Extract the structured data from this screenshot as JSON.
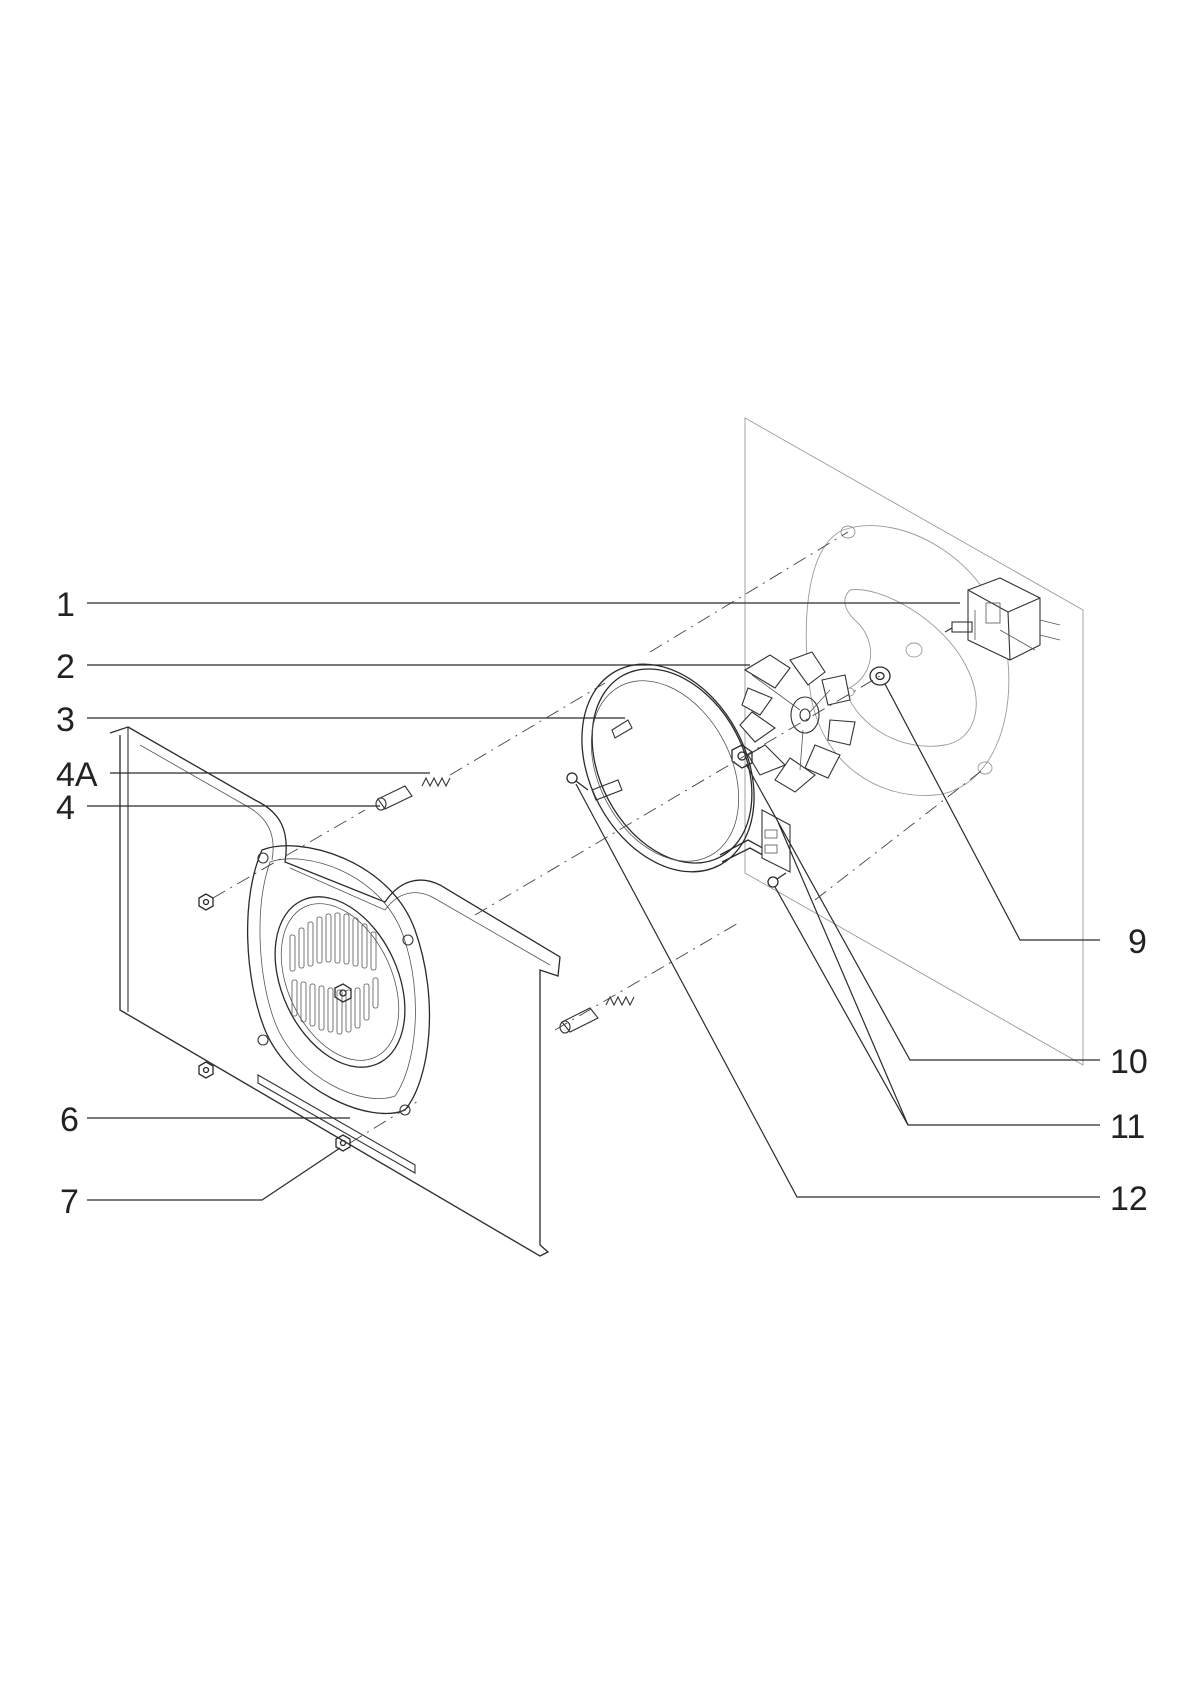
{
  "callouts": [
    {
      "id": "c1",
      "label": "1"
    },
    {
      "id": "c2",
      "label": "2"
    },
    {
      "id": "c3",
      "label": "3"
    },
    {
      "id": "c4a",
      "label": "4A"
    },
    {
      "id": "c4",
      "label": "4"
    },
    {
      "id": "c6",
      "label": "6"
    },
    {
      "id": "c7",
      "label": "7"
    },
    {
      "id": "c9",
      "label": "9"
    },
    {
      "id": "c10",
      "label": "10"
    },
    {
      "id": "c11",
      "label": "11"
    },
    {
      "id": "c12",
      "label": "12"
    }
  ],
  "colors": {
    "line": "#2a2a2a",
    "background": "#ffffff"
  }
}
